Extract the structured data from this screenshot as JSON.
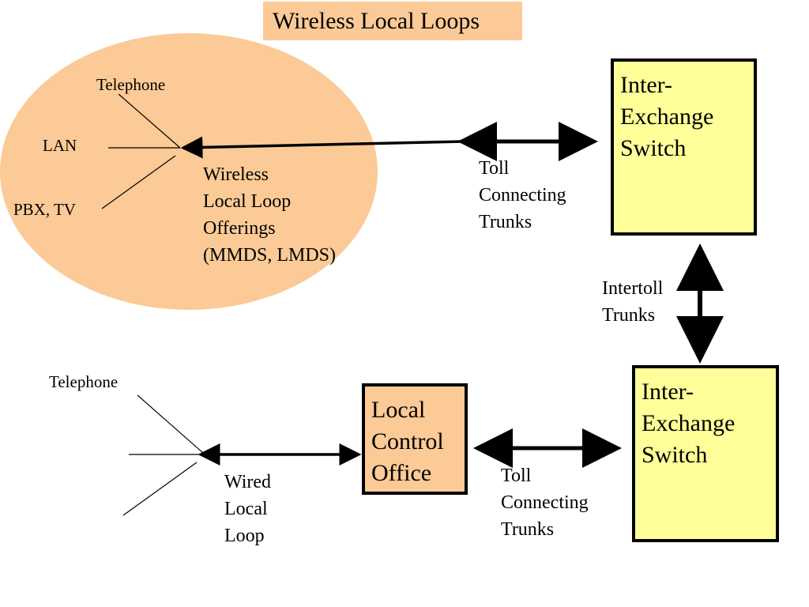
{
  "title": "Wireless Local Loops",
  "wireless": {
    "endpoints": [
      "Telephone",
      "LAN",
      "PBX, TV"
    ],
    "offering_lines": [
      "Wireless",
      "Local Loop",
      "Offerings",
      "(MMDS, LMDS)"
    ],
    "toll_lines": [
      "Toll",
      "Connecting",
      "Trunks"
    ]
  },
  "top_switch": {
    "lines": [
      "Inter-",
      "Exchange",
      "Switch"
    ]
  },
  "intertoll": {
    "lines": [
      "Intertoll",
      "Trunks"
    ]
  },
  "bottom_switch": {
    "lines": [
      "Inter-",
      "Exchange",
      "Switch"
    ]
  },
  "wired": {
    "endpoint": "Telephone",
    "loop_lines": [
      "Wired",
      "Local",
      "Loop"
    ],
    "toll_lines": [
      "Toll",
      "Connecting",
      "Trunks"
    ]
  },
  "local_office": {
    "lines": [
      "Local",
      "Control",
      "Office"
    ]
  },
  "colors": {
    "peach": "#fbca96",
    "yellow": "#ffff99",
    "line": "#000000"
  }
}
